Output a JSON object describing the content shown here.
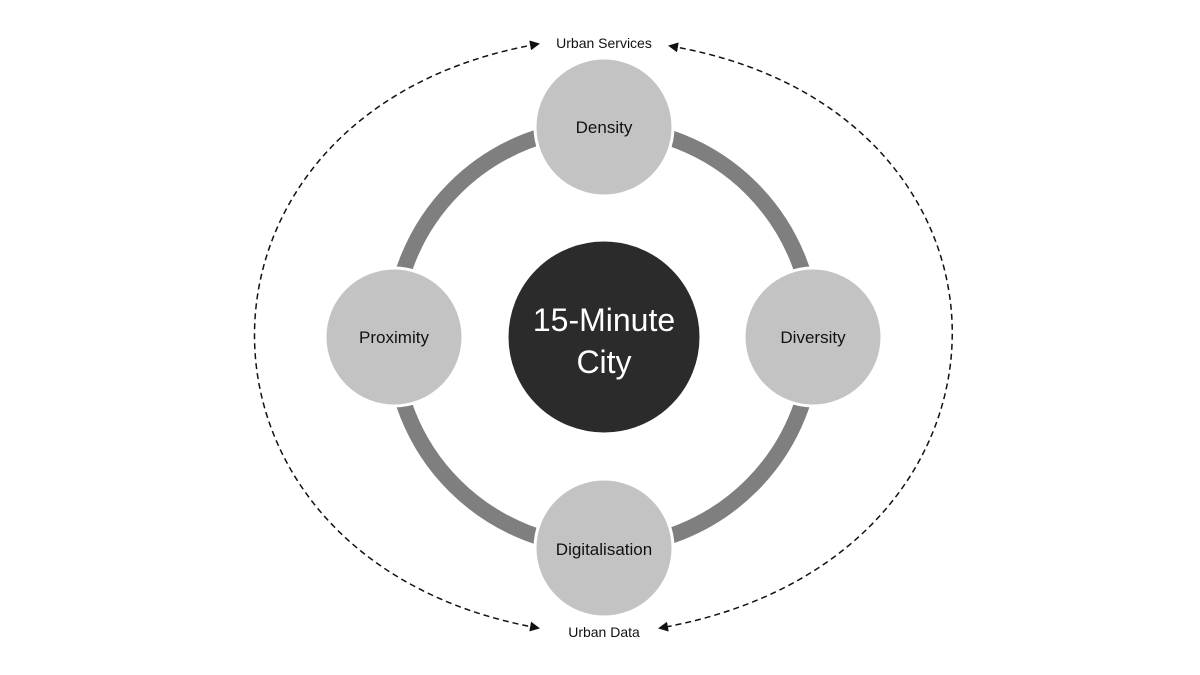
{
  "center": {
    "line1": "15-Minute",
    "line2": "City"
  },
  "nodes": {
    "top": "Density",
    "right": "Diversity",
    "bottom": "Digitalisation",
    "left": "Proximity"
  },
  "outer": {
    "top_label": "Urban Services",
    "bottom_label": "Urban Data"
  },
  "colors": {
    "center_fill": "#2b2b2b",
    "node_fill": "#c3c3c3",
    "ring": "#7f7f7f",
    "dashed": "#111111"
  }
}
